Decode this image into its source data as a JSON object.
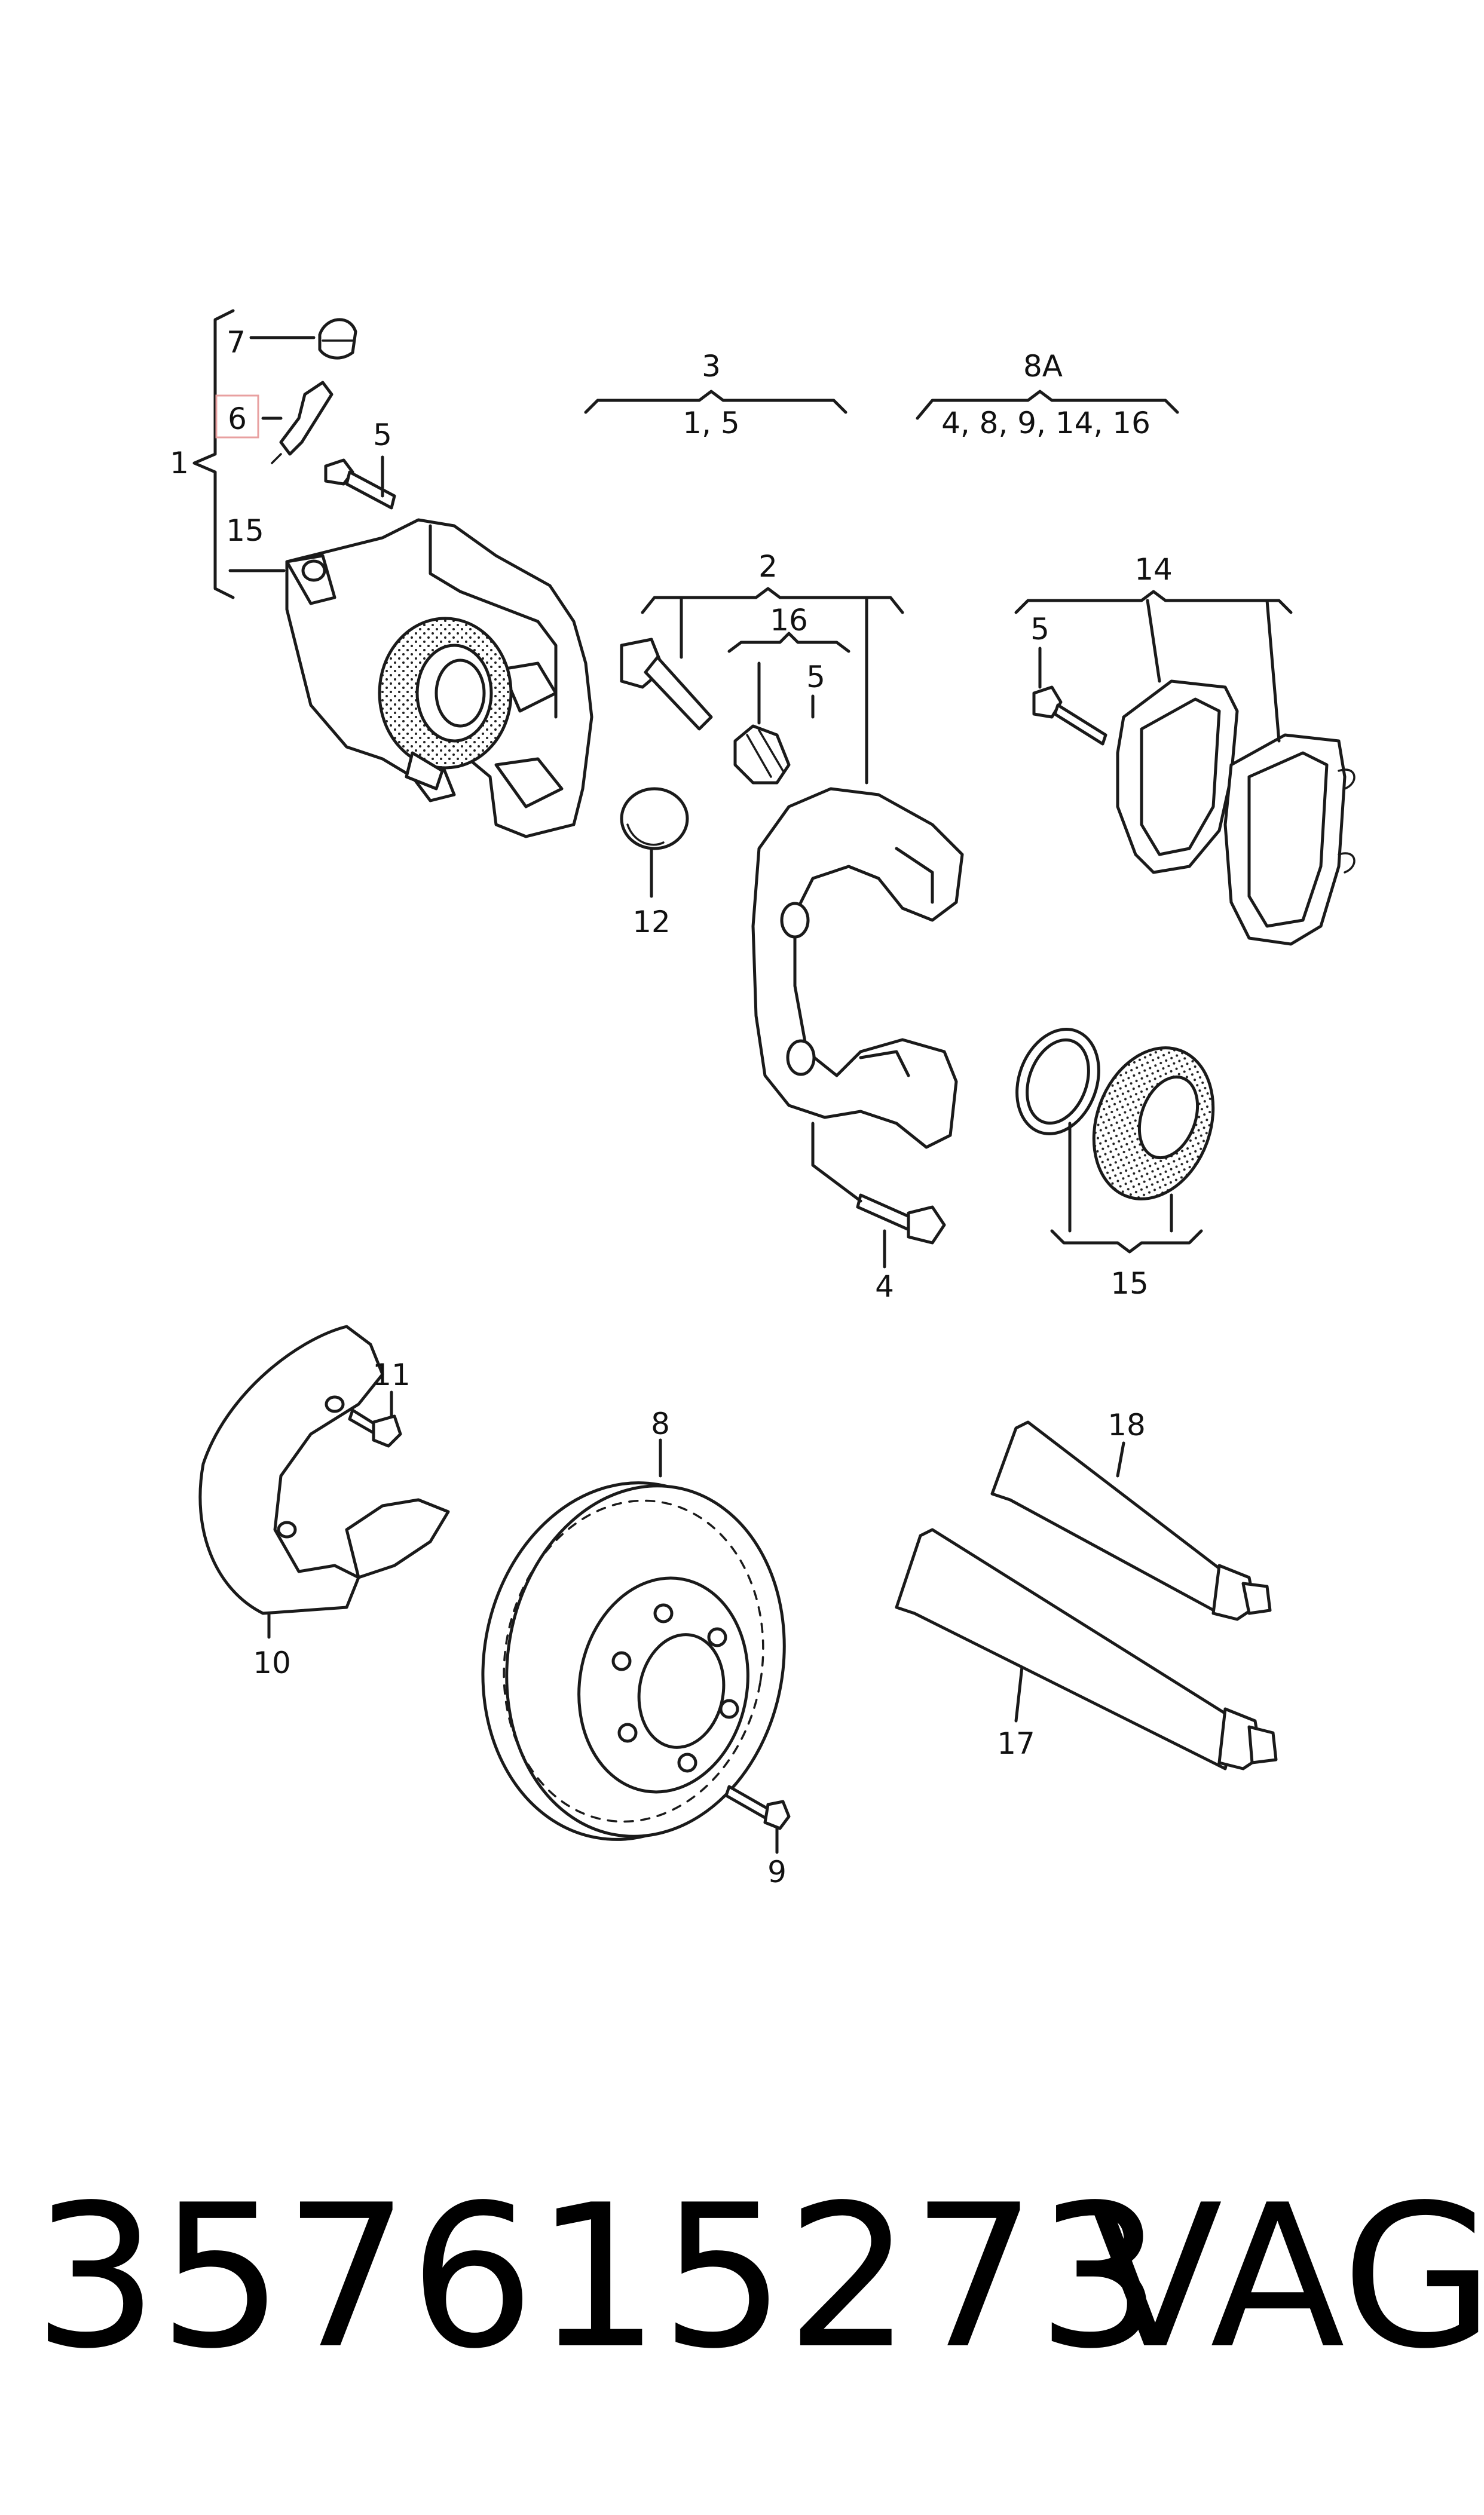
{
  "diagram": {
    "highlight_color": "#e8a0a0",
    "callouts": {
      "c1": "1",
      "c2": "2",
      "c3": "3",
      "c4": "4",
      "c5a": "5",
      "c5b": "5",
      "c5c": "5",
      "c6": "6",
      "c7": "7",
      "c8": "8",
      "c8A": "8A",
      "c9": "9",
      "c10": "10",
      "c11": "11",
      "c12": "12",
      "c14": "14",
      "c15a": "15",
      "c15b": "15",
      "c16": "16",
      "c17": "17",
      "c18": "18"
    },
    "groups": {
      "g3_sub": "1, 5",
      "g8A_sub": "4, 8, 9, 14, 16"
    }
  },
  "footer": {
    "part_number": "357615273",
    "brand": "VAG"
  }
}
